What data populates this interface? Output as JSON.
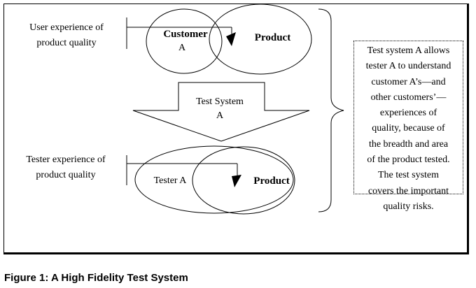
{
  "top_section": {
    "label_line1": "User experience of",
    "label_line2": "product quality",
    "circle_left_line1": "Customer",
    "circle_left_line2": "A",
    "circle_right": "Product"
  },
  "arrow": {
    "line1": "Test System",
    "line2": "A"
  },
  "bottom_section": {
    "label_line1": "Tester experience of",
    "label_line2": "product quality",
    "circle_left": "Tester A",
    "circle_right": "Product"
  },
  "note": {
    "lines": [
      "Test system A allows",
      "tester A to understand",
      "customer A’s—and",
      "other customers’—",
      "experiences of",
      "quality, because of",
      "the breadth and area",
      "of the product tested.",
      "The test system",
      "covers the important",
      "quality risks."
    ]
  },
  "caption": "Figure 1: A High Fidelity Test System"
}
